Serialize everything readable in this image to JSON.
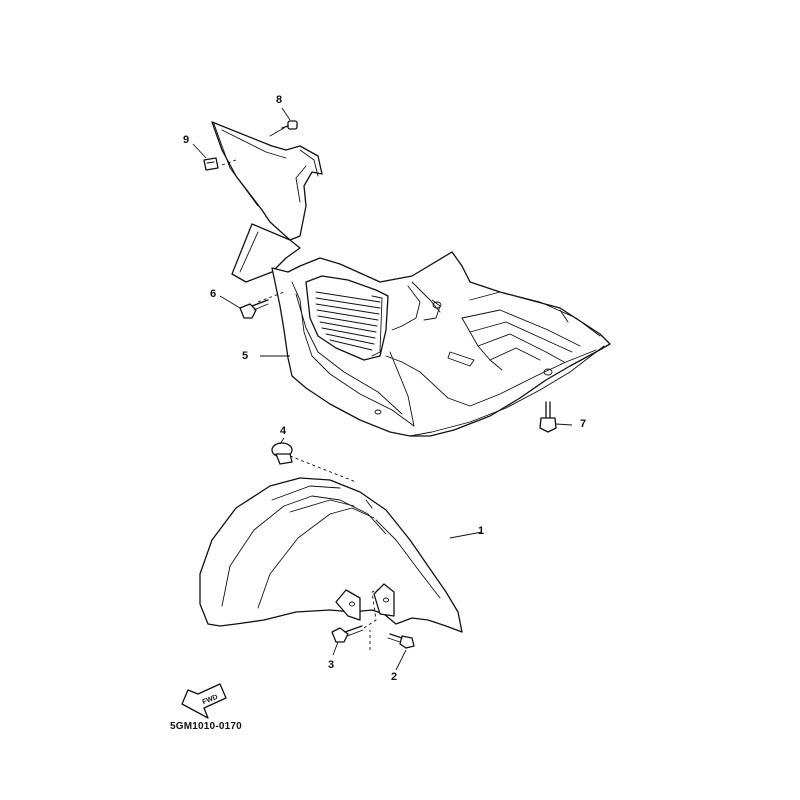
{
  "diagram": {
    "part_code": "5GM1010-0170",
    "fwd_label": "FWD",
    "callouts": [
      "1",
      "2",
      "3",
      "4",
      "5",
      "6",
      "7",
      "8",
      "9"
    ]
  }
}
